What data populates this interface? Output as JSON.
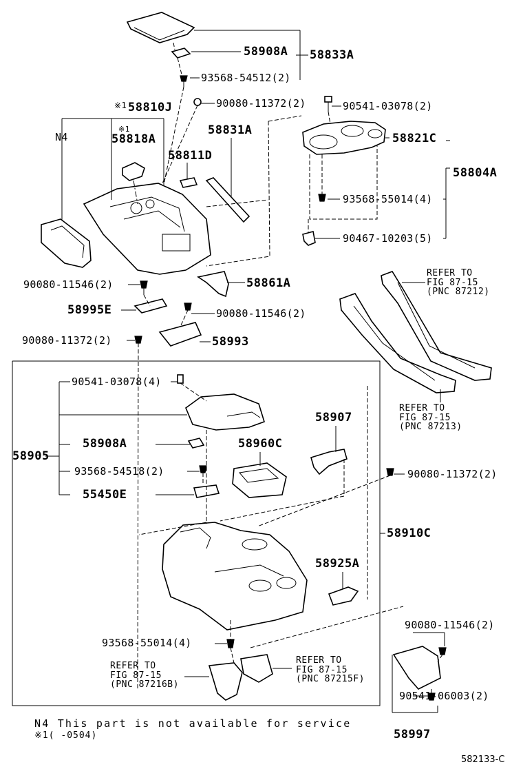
{
  "labels": {
    "l58908A_top": "58908A",
    "l58833A": "58833A",
    "l93568_54512": "93568-54512(2)",
    "l90080_11372_a": "90080-11372(2)",
    "l90541_03078_a": "90541-03078(2)",
    "mark1_a": "※1",
    "l58810J": "58810J",
    "N4": "N4",
    "mark1_b": "※1",
    "l58818A": "58818A",
    "l58831A": "58831A",
    "l58821C": "58821C",
    "l58811D": "58811D",
    "l58804A": "58804A",
    "l93568_55014_a": "93568-55014(4)",
    "l90467_10203": "90467-10203(5)",
    "l90080_11546_a": "90080-11546(2)",
    "l58861A": "58861A",
    "l58995E": "58995E",
    "l90080_11546_b": "90080-11546(2)",
    "l90080_11372_b": "90080-11372(2)",
    "l58993": "58993",
    "l90541_03078_b": "90541-03078(4)",
    "l58907": "58907",
    "l58905": "58905",
    "l58908A_mid": "58908A",
    "l58960C": "58960C",
    "l93568_54518": "93568-54518(2)",
    "l90080_11372_c": "90080-11372(2)",
    "l55450E": "55450E",
    "l58910C": "58910C",
    "l58925A": "58925A",
    "l93568_55014_b": "93568-55014(4)",
    "l90080_11546_c": "90080-11546(2)",
    "l90541_06003": "90541-06003(2)",
    "l58997": "58997"
  },
  "refs": {
    "r87212": [
      "REFER TO",
      "FIG 87-15",
      "(PNC 87212)"
    ],
    "r87213": [
      "REFER TO",
      "FIG 87-15",
      "(PNC 87213)"
    ],
    "r87216B": [
      "REFER TO",
      "FIG 87-15",
      "(PNC 87216B)"
    ],
    "r87215F": [
      "REFER TO",
      "FIG 87-15",
      "(PNC 87215F)"
    ]
  },
  "notes": {
    "n4": "N4 This part is not available for service",
    "mark1": "※1(      -0504)"
  },
  "figure_code": "582133-C"
}
